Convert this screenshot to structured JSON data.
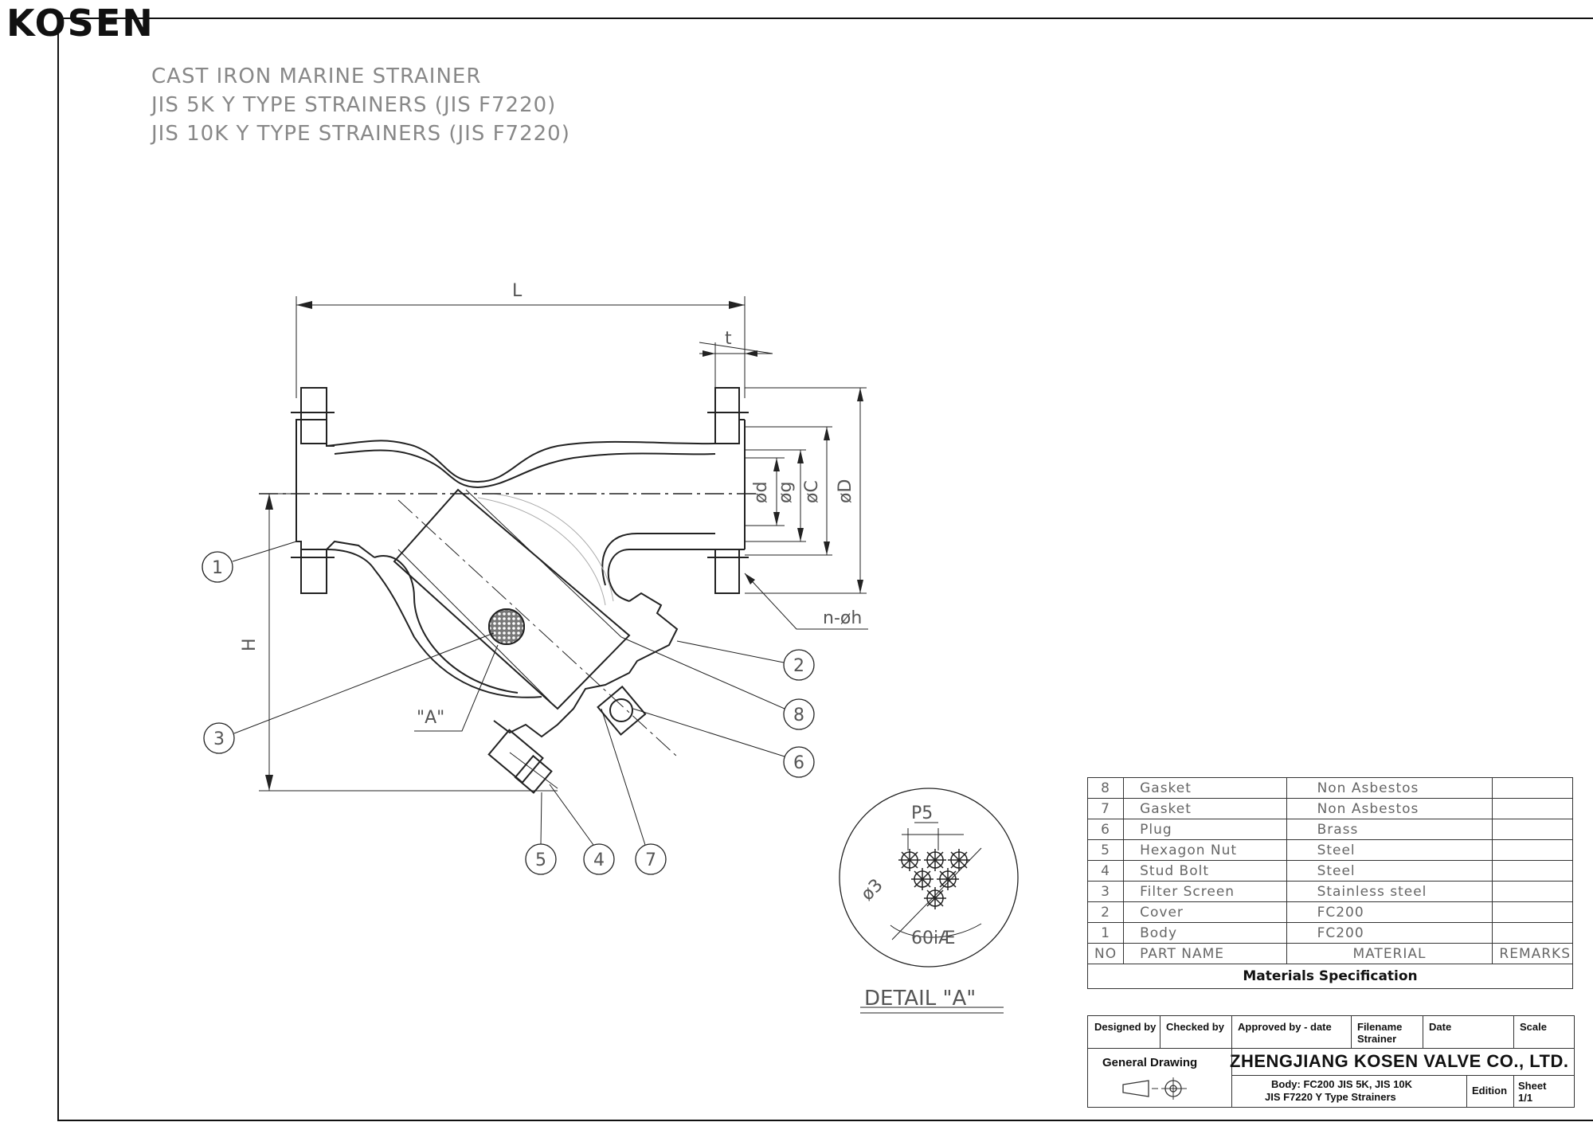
{
  "logo": "KOSEN",
  "titles": [
    "CAST IRON MARINE STRAINER",
    "JIS 5K Y TYPE STRAINERS (JIS F7220)",
    "JIS 10K Y TYPE STRAINERS (JIS F7220)"
  ],
  "dimensions": {
    "L": "L",
    "t": "t",
    "d": "ød",
    "g": "øg",
    "C": "øC",
    "D": "øD",
    "H": "H",
    "nh": "n-øh",
    "A": "\"A\""
  },
  "balloons": [
    "1",
    "2",
    "3",
    "4",
    "5",
    "6",
    "7",
    "8"
  ],
  "detail": {
    "pitch": "P5",
    "hole": "ø3",
    "angle": "60iÆ",
    "label": "DETAIL \"A\""
  },
  "parts": [
    {
      "no": "8",
      "name": "Gasket",
      "material": "Non Asbestos",
      "remarks": ""
    },
    {
      "no": "7",
      "name": "Gasket",
      "material": "Non Asbestos",
      "remarks": ""
    },
    {
      "no": "6",
      "name": "Plug",
      "material": "Brass",
      "remarks": ""
    },
    {
      "no": "5",
      "name": "Hexagon Nut",
      "material": "Steel",
      "remarks": ""
    },
    {
      "no": "4",
      "name": "Stud Bolt",
      "material": "Steel",
      "remarks": ""
    },
    {
      "no": "3",
      "name": "Filter Screen",
      "material": "Stainless steel",
      "remarks": ""
    },
    {
      "no": "2",
      "name": "Cover",
      "material": "FC200",
      "remarks": ""
    },
    {
      "no": "1",
      "name": "Body",
      "material": "FC200",
      "remarks": ""
    }
  ],
  "parts_header": {
    "no": "NO",
    "name": "PART  NAME",
    "material": "MATERIAL",
    "remarks": "REMARKS"
  },
  "spec_title": "Materials Specification",
  "title_block": {
    "designed_by": "Designed by",
    "checked_by": "Checked by",
    "approved_by": "Approved by - date",
    "filename_label": "Filename",
    "filename_value": "Strainer",
    "date": "Date",
    "scale": "Scale",
    "drawing_type": "General Drawing",
    "company": "ZHENGJIANG KOSEN VALVE CO., LTD.",
    "body_line1": "Body: FC200  JIS 5K, JIS 10K",
    "body_line2": "JIS F7220 Y Type Strainers",
    "edition": "Edition",
    "sheet_label": "Sheet",
    "sheet_value": "1/1"
  }
}
